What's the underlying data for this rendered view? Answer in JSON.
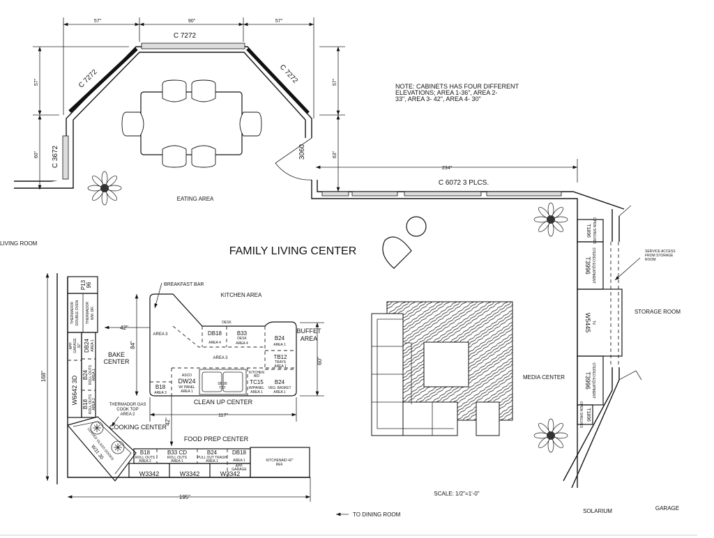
{
  "title": "FAMILY LIVING CENTER",
  "note": [
    "NOTE: CABINETS HAS FOUR DIFFERENT",
    "ELEVATIONS; AREA 1-36\", AREA 2-",
    "33\", AREA 3- 42\", AREA 4- 30\""
  ],
  "scale": "SCALE: 1/2\"=1'-0\"",
  "rooms": {
    "eating_area": "EATING AREA",
    "living_room": "LIVING ROOM",
    "kitchen_area": "KITCHEN AREA",
    "media_center": "MEDIA CENTER",
    "storage_room": "STORAGE ROOM",
    "solarium": "SOLARIUM",
    "garage": "GARAGE",
    "to_dining_room": "TO DINING ROOM"
  },
  "windows": {
    "top": "C 7272",
    "left_diag": "C 7272",
    "right_diag": "C 7272",
    "left": "C 3672",
    "door": "3060",
    "south": "C 6072 3 PLCS."
  },
  "dimensions": {
    "top_left": "57\"",
    "top_mid": "90\"",
    "top_right": "57\"",
    "left_upper": "57\"",
    "left_lower": "60\"",
    "right_upper": "57\"",
    "right_lower": "63\"",
    "south_run": "234\"",
    "kitchen_height": "168\"",
    "kitchen_width": "195\"",
    "bake_gap": "42\"",
    "island_depth": "84\"",
    "buffet_depth": "60\"",
    "island_width": "117\"",
    "aisle": "42\""
  },
  "kitchen": {
    "breakfast_bar": "BREAKFAST BAR",
    "bake_center": [
      "BAKE",
      "CENTER"
    ],
    "cooking_center": "COOKING CENTER",
    "food_prep_center": "FOOD PREP CENTER",
    "clean_up_center": "CLEAN UP CENTER",
    "buffet_area": [
      "BUFFET",
      "AREA"
    ],
    "desk": "DESK",
    "area3_a": "AREA 3",
    "area3_b": "AREA 3",
    "cooktop_note": [
      "THERMADOR GAS",
      "COOK TOP",
      "AREA 2"
    ],
    "island": {
      "db18": [
        "DB18",
        "AREA 4"
      ],
      "b33": [
        "B33",
        "DESK",
        "AREA 4"
      ],
      "b24_top": [
        "B24",
        "AREA 1"
      ],
      "tb12": [
        "TB12",
        "TRAYS",
        "AREA 1"
      ],
      "b18": [
        "B18",
        "AREA 3"
      ],
      "dw24": [
        "ASCO",
        "DW24",
        "W/ PANEL",
        "AREA 1"
      ],
      "sink": [
        "SB 36",
        "TST"
      ],
      "tc15": [
        "KITCHEN",
        "AID",
        "TC15",
        "W/PANEL",
        "AREA 1"
      ],
      "b24_bot": [
        "B24",
        "VEG. BASKET",
        "AREA 1"
      ]
    },
    "wall_run": {
      "p13": [
        "P13",
        "96"
      ],
      "oven": [
        "THERMADOR",
        "DOUBLE OVEN"
      ],
      "warm_dr": [
        "THERMADOR",
        "WM. DR."
      ],
      "app_garage_left": [
        "APP.",
        "GARAGE",
        "32\""
      ],
      "db24": [
        "DB24",
        "AREA 1"
      ],
      "w6642": "W6642 3D",
      "b24": [
        "B24",
        "ROLL OUTS",
        "AREA 1"
      ],
      "b18": [
        "B18",
        "ROLL OUTS",
        "AREA 2"
      ],
      "corner": [
        "LEADED GLASS DOORS",
        "W31 30"
      ]
    },
    "bottom_run": {
      "b18": [
        "B18",
        "ROLL OUTS",
        "AREA 2"
      ],
      "b33": [
        "B33 CD",
        "ROLL OUTS",
        "AREA 1"
      ],
      "b24": [
        "B24",
        "PULL OUT TRASH",
        "AREA 1"
      ],
      "db18": [
        "DB18",
        "AREA 1"
      ],
      "app_garage": [
        "APP.",
        "GARAGE"
      ],
      "w3342": [
        "W3342",
        "W3342",
        "W3342"
      ],
      "ref": [
        "KITCHENAID 42\"",
        "REF."
      ]
    }
  },
  "media_wall": {
    "t1896_top": [
      "T1896",
      "OPEN SHELVES"
    ],
    "t3996_top": [
      "T3996",
      "STEREO EQUIPMENT"
    ],
    "tv": [
      "TV",
      "W5445"
    ],
    "t3996_bot": [
      "T3996",
      "STEREO EQUIPMENT"
    ],
    "t1896_bot": [
      "T1896",
      "OPEN SHELVES"
    ],
    "service_access": [
      "SERVICE ACCESS",
      "FROM STORAGE",
      "ROOM"
    ]
  }
}
